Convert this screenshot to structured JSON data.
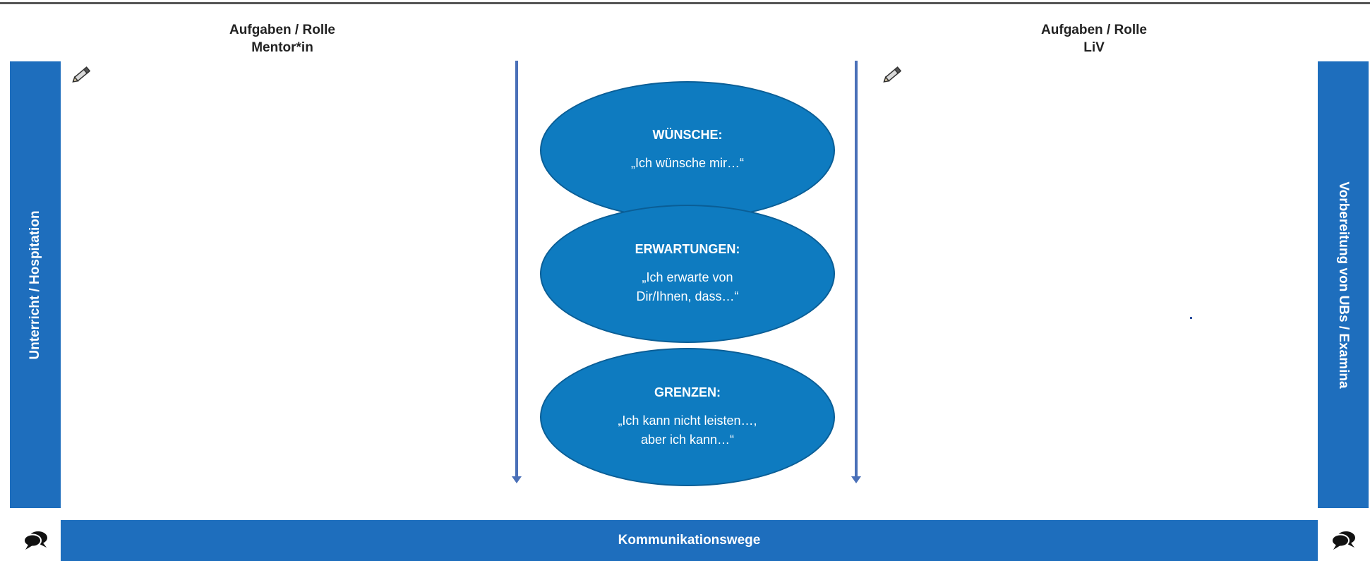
{
  "headers": {
    "left": {
      "line1": "Aufgaben / Rolle",
      "line2": "Mentor*in"
    },
    "right": {
      "line1": "Aufgaben / Rolle",
      "line2": "LiV"
    }
  },
  "side_bars": {
    "left": "Unterricht / Hospitation",
    "right": "Vorbereitung von UBs / Examina"
  },
  "bottom_bar": {
    "label": "Kommunikationswege"
  },
  "ellipses": [
    {
      "title": "WÜNSCHE:",
      "text": "„Ich wünsche mir…“"
    },
    {
      "title": "ERWARTUNGEN:",
      "text": "„Ich erwarte von\nDir/Ihnen, dass…“"
    },
    {
      "title": "GRENZEN:",
      "text": "„Ich kann nicht leisten…,\naber ich kann…“"
    }
  ],
  "icons": {
    "edit": "pencil-icon",
    "communication": "speech-bubbles-icon"
  },
  "colors": {
    "bar_blue": "#1E6EBD",
    "ellipse_blue": "#0E7BC0",
    "arrow_blue": "#4A70B8"
  }
}
